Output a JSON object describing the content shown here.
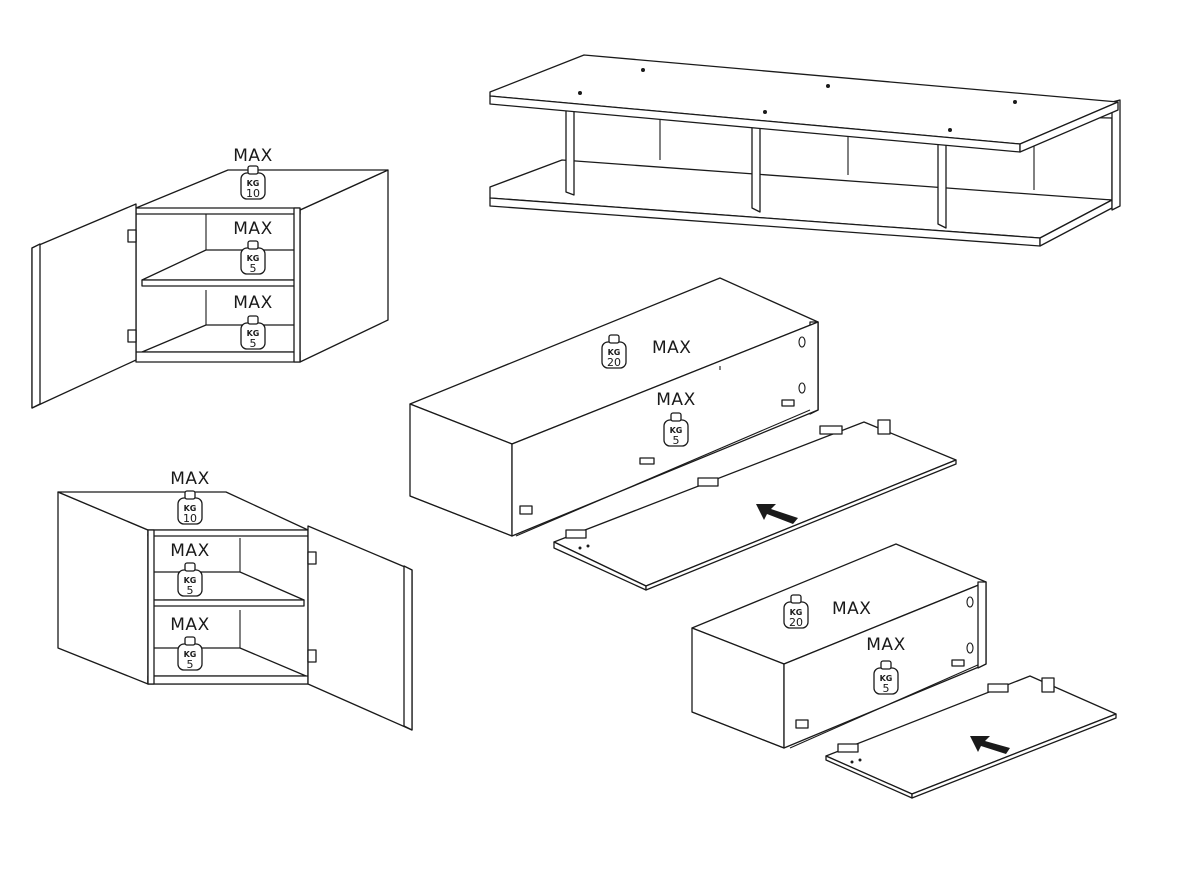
{
  "figure": {
    "max_label": "MAX",
    "unit_label": "KG",
    "loads": [
      {
        "id": "ul-top",
        "value": "10"
      },
      {
        "id": "ul-mid",
        "value": "5"
      },
      {
        "id": "ul-bot",
        "value": "5"
      },
      {
        "id": "ll-top",
        "value": "10"
      },
      {
        "id": "ll-mid",
        "value": "5"
      },
      {
        "id": "ll-bot",
        "value": "5"
      },
      {
        "id": "cb-top",
        "value": "20"
      },
      {
        "id": "cb-in",
        "value": "5"
      },
      {
        "id": "sb-top",
        "value": "20"
      },
      {
        "id": "sb-in",
        "value": "5"
      }
    ]
  }
}
